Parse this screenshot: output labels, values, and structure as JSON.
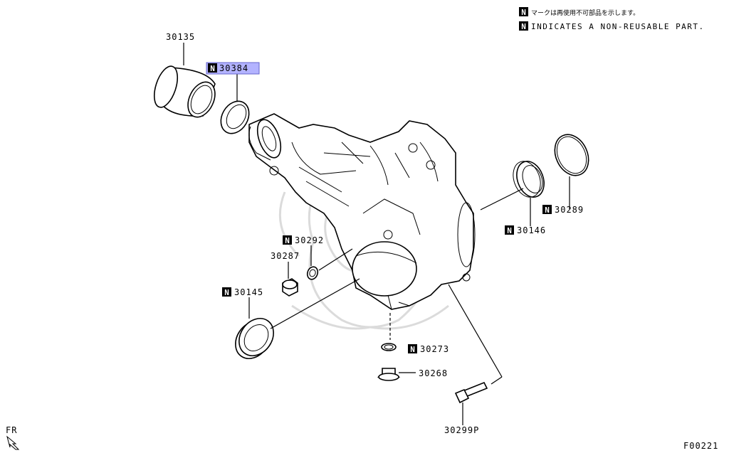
{
  "notes": {
    "japanese": "マークは再使用不可部品を示します。",
    "english": "INDICATES A NON-REUSABLE PART.",
    "badge": "N"
  },
  "highlight_color": "#b3b3ff",
  "parts": {
    "p30135": {
      "code": "30135",
      "non_reusable": false
    },
    "p30384": {
      "code": "30384",
      "non_reusable": true
    },
    "p30292": {
      "code": "30292",
      "non_reusable": true
    },
    "p30287": {
      "code": "30287",
      "non_reusable": false
    },
    "p30145": {
      "code": "30145",
      "non_reusable": true
    },
    "p30289": {
      "code": "30289",
      "non_reusable": true
    },
    "p30146": {
      "code": "30146",
      "non_reusable": true
    },
    "p30273": {
      "code": "30273",
      "non_reusable": true
    },
    "p30268": {
      "code": "30268",
      "non_reusable": false
    },
    "p30299P": {
      "code": "30299P",
      "non_reusable": false
    }
  },
  "fr_label": "FR",
  "figure_code": "F00221"
}
